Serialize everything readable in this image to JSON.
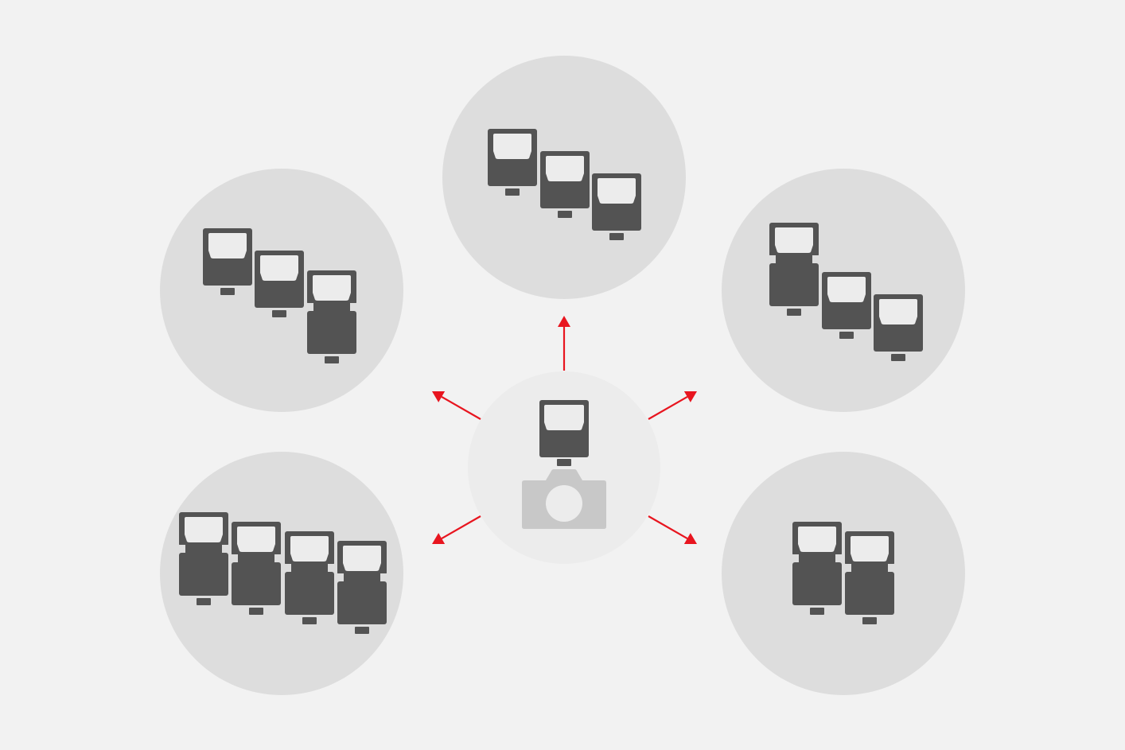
{
  "colors": {
    "background": "#f2f2f2",
    "group_circle": "#dddddd",
    "center_circle": "#ececec",
    "flash": "#535353",
    "flash_window": "#ececec",
    "camera": "#c8c8c8",
    "arrow": "#e8151f"
  },
  "groups": [
    {
      "name": "top-group",
      "flash_count": 3
    },
    {
      "name": "upper-left-group",
      "flash_count": 3
    },
    {
      "name": "upper-right-group",
      "flash_count": 3
    },
    {
      "name": "lower-left-group",
      "flash_count": 4
    },
    {
      "name": "lower-right-group",
      "flash_count": 2
    }
  ],
  "center": {
    "icon": "camera-with-flash-icon"
  }
}
